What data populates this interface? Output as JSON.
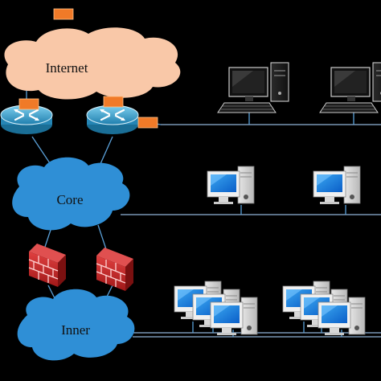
{
  "diagram": {
    "clouds": {
      "internet": {
        "label": "Internet",
        "color": "#f9c8a8"
      },
      "core": {
        "label": "Core",
        "color": "#2f8fd6"
      },
      "inner": {
        "label": "Inner",
        "color": "#2f8fd6"
      }
    },
    "colors": {
      "background": "#000000",
      "links": "#5aa0d8",
      "bus": "#8fb4d8",
      "router": "#3fa0c8",
      "port_badge": "#f07a28",
      "firewall": "#c02a2a"
    },
    "icons": {
      "router": "router-icon",
      "firewall": "firewall-icon",
      "workstation": "desktop-computer-icon",
      "badge": "port-badge-icon"
    }
  }
}
